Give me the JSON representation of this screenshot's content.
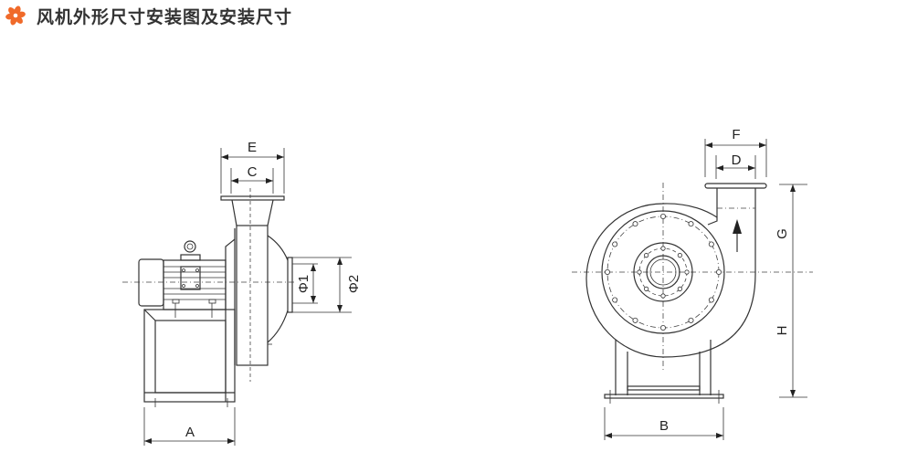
{
  "header": {
    "title": "风机外形尺寸安装图及安装尺寸",
    "icon": "fan-icon",
    "icon_color": "#f06a2a"
  },
  "side_view": {
    "labels": {
      "E": "E",
      "C": "C",
      "A": "A",
      "phi1": "Φ1",
      "phi2": "Φ2"
    }
  },
  "front_view": {
    "labels": {
      "F": "F",
      "D": "D",
      "B": "B",
      "G": "G",
      "H": "H"
    }
  }
}
